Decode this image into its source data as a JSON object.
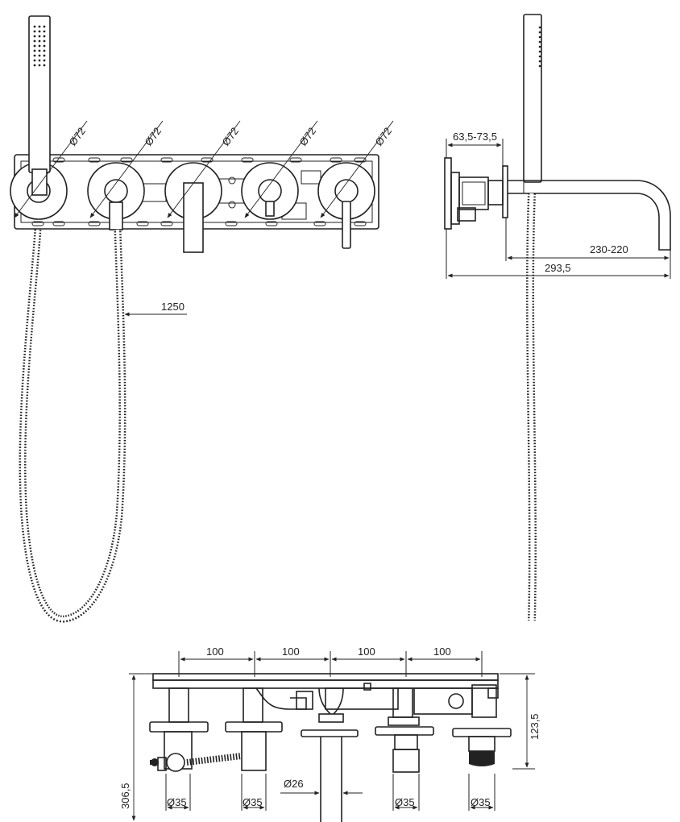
{
  "front_view": {
    "diameter_labels": [
      "Ø72",
      "Ø72",
      "Ø72",
      "Ø72",
      "Ø72"
    ],
    "hose_length": "1250"
  },
  "side_view": {
    "depth_label": "63,5-73,5",
    "spout_reach": "230-220",
    "total_reach": "293,5"
  },
  "top_view": {
    "spacing_labels": [
      "100",
      "100",
      "100",
      "100"
    ],
    "height_label": "123,5",
    "total_height_label": "306,5",
    "spout_diameter": "Ø26",
    "body_diameters": [
      "Ø35",
      "Ø35",
      "Ø35",
      "Ø35"
    ]
  }
}
